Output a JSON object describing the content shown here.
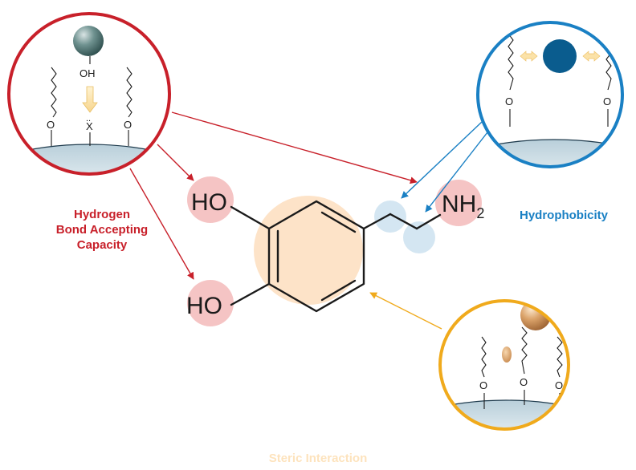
{
  "labels": {
    "hbond": [
      "Hydrogen",
      "Bond Accepting",
      "Capacity"
    ],
    "hydrophobicity": "Hydrophobicity",
    "steric": "Steric Interaction"
  },
  "molecule": {
    "hydroxyl_top": "HO",
    "hydroxyl_bottom": "HO",
    "amine": "NH",
    "amine_subscript": "2"
  },
  "hbond_inset": {
    "oh_label": "OH",
    "acceptor_label": "X",
    "acceptor_lone_pair": "..",
    "linker_left": "O",
    "linker_right": "O"
  },
  "hydrophobic_inset": {
    "linker_left": "O",
    "linker_right": "O"
  },
  "steric_inset": {
    "linker_1": "O",
    "linker_2": "O",
    "linker_3": "O"
  },
  "colors": {
    "red": "#c8202a",
    "blue": "#1a80c4",
    "orange": "#f0aa1c",
    "pink_highlight": "#f5c4c4",
    "light_blue_highlight": "#cfe3f1",
    "peach_highlight": "#fde3c8",
    "surface": "#dbe8ef"
  },
  "icons": [
    "teal-sphere-icon",
    "navy-sphere-icon",
    "bronze-sphere-icon",
    "yellow-arrow-icon",
    "double-arrow-icon"
  ]
}
